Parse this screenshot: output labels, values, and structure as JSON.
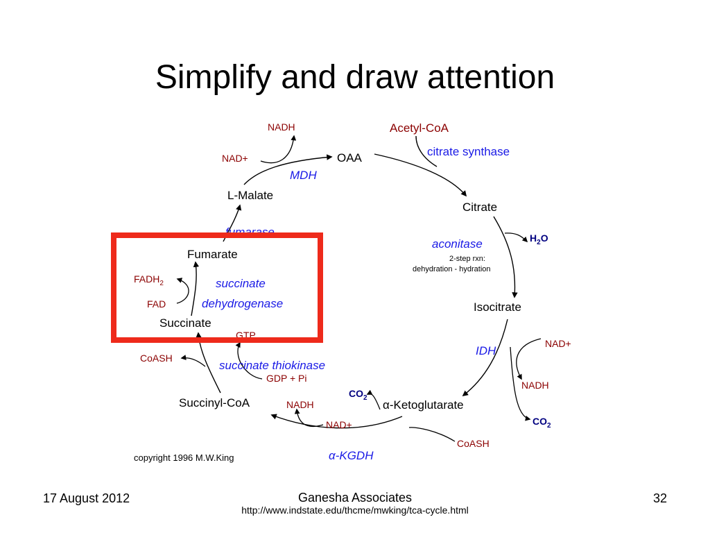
{
  "slide": {
    "title": "Simplify and draw attention",
    "footer_date": "17 August 2012",
    "footer_org": "Ganesha Associates",
    "footer_url": "http://www.indstate.edu/thcme/mwking/tca-cycle.html",
    "page_number": "32"
  },
  "diagram": {
    "metabolites": {
      "acetyl_coa": "Acetyl-CoA",
      "oaa": "OAA",
      "l_malate": "L-Malate",
      "citrate": "Citrate",
      "fumarate": "Fumarate",
      "succinate": "Succinate",
      "isocitrate": "Isocitrate",
      "succinyl_coa": "Succinyl-CoA",
      "ketoglutarate": "α-Ketoglutarate"
    },
    "enzymes": {
      "citrate_synthase": "citrate synthase",
      "mdh": "MDH",
      "fumarase": "fumarase",
      "aconitase": "aconitase",
      "aconitase_note_1": "2-step rxn:",
      "aconitase_note_2": "dehydration - hydration",
      "sdh_line1": "succinate",
      "sdh_line2": "dehydrogenase",
      "idh": "IDH",
      "succinate_thiokinase": "succinate thiokinase",
      "kgdh": "α-KGDH"
    },
    "cofactors": {
      "nadh_top": "NADH",
      "nad_top": "NAD+",
      "h2o": "H",
      "h2o_sub": "2",
      "h2o_end": "O",
      "fadh": "FADH",
      "fadh_sub": "2",
      "fad": "FAD",
      "gtp": "GTP",
      "coash_left": "CoASH",
      "gdp_pi": "GDP + Pi",
      "nad_idh": "NAD+",
      "nadh_idh": "NADH",
      "co2_idh": "CO",
      "co2_idh_sub": "2",
      "co2_kg": "CO",
      "co2_kg_sub": "2",
      "nadh_kgdh": "NADH",
      "nad_kgdh": "NAD+",
      "coash_kgdh": "CoASH"
    },
    "copyright": "copyright 1996 M.W.King",
    "colors": {
      "metabolite": "#000000",
      "enzyme": "#1a1ae6",
      "cofactor": "#8b0000",
      "highlight": "#ee2a1b",
      "arrow": "#000000"
    }
  }
}
